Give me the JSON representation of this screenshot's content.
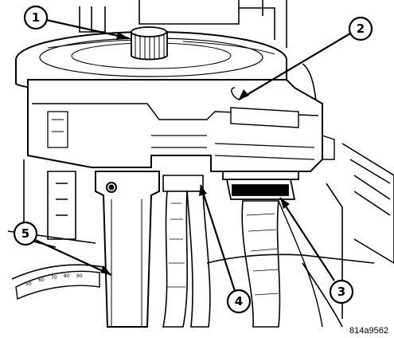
{
  "figure": {
    "code": "814a9562",
    "ink": "#000000",
    "paper": "#ffffff",
    "callouts": [
      "1",
      "2",
      "3",
      "4",
      "5"
    ],
    "scale_labels": [
      "50",
      "60",
      "70",
      "80",
      "90"
    ]
  }
}
